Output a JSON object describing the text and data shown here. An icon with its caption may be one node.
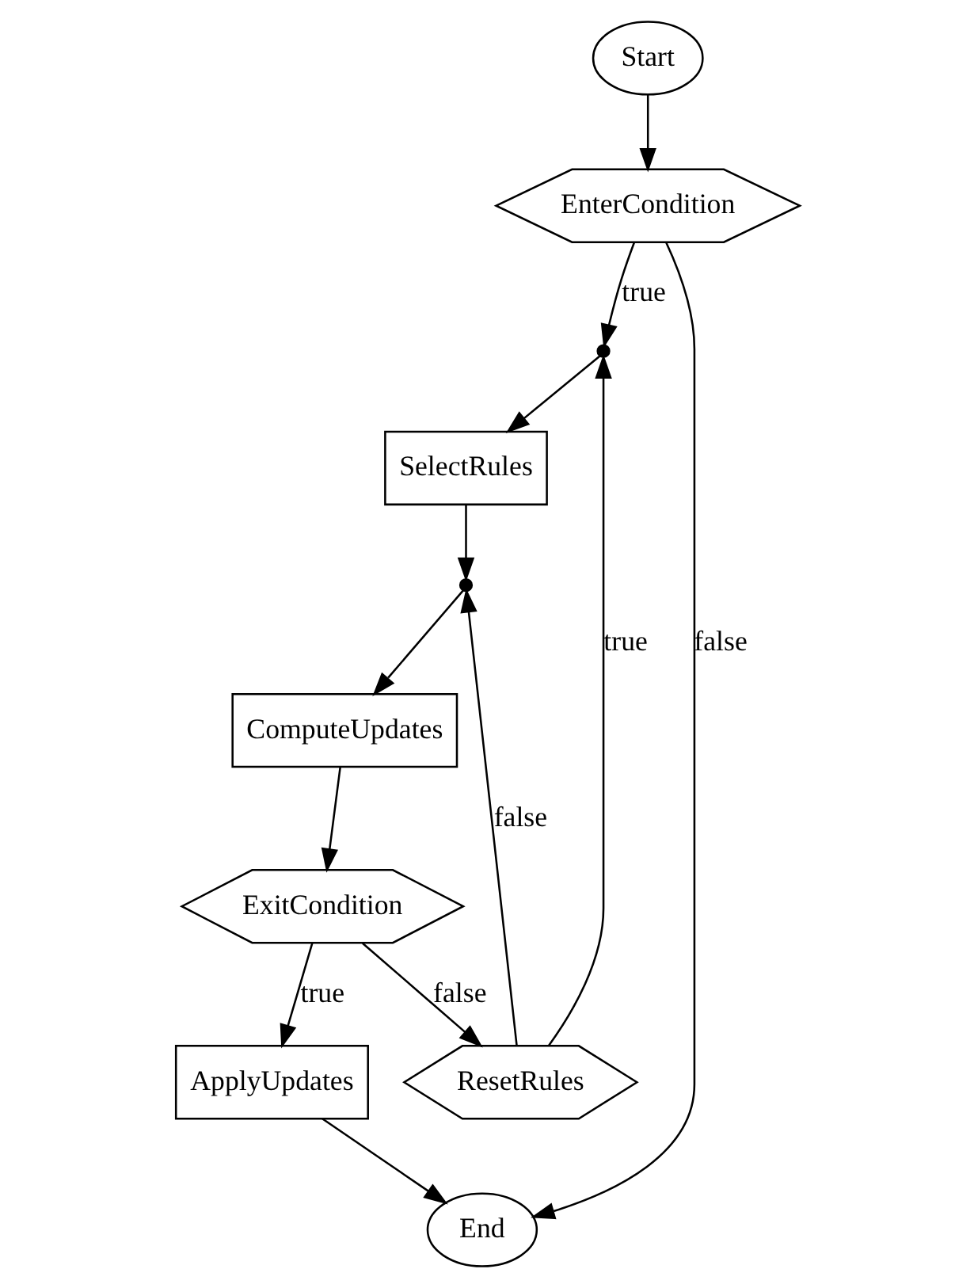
{
  "diagram": {
    "nodes": [
      {
        "text": [
          "Start"
        ]
      },
      {
        "text": [
          "EnterCondition"
        ]
      },
      {
        "text": [],
        "shape": "dot"
      },
      {
        "text": [
          "SelectRules"
        ]
      },
      {
        "text": [],
        "shape": "dot"
      },
      {
        "text": [
          "ResetRules"
        ]
      },
      {
        "text": [
          "ComputeUpdates"
        ]
      },
      {
        "text": [
          "ExitCondition"
        ]
      },
      {
        "text": [
          "ApplyUpdates"
        ]
      },
      {
        "text": [
          "End"
        ]
      }
    ],
    "edges": [
      {
        "from": 0,
        "to": 1,
        "arrow": "to"
      },
      {
        "from": 1,
        "to": 2,
        "arrow": "to",
        "label": "true"
      },
      {
        "from": 2,
        "to": 3,
        "arrow": "to"
      },
      {
        "from": 3,
        "to": 4,
        "arrow": "to"
      },
      {
        "from": 4,
        "to": 6,
        "arrow": "to"
      },
      {
        "from": 5,
        "to": 2,
        "arrow": "to",
        "label": "true"
      },
      {
        "from": 5,
        "to": 4,
        "arrow": "to",
        "label": "false"
      },
      {
        "from": 6,
        "to": 7,
        "arrow": "to"
      },
      {
        "from": 7,
        "to": 5,
        "arrow": "to",
        "label": "false"
      },
      {
        "from": 7,
        "to": 8,
        "arrow": "to",
        "label": "true"
      },
      {
        "from": 1,
        "to": 9,
        "arrow": "to",
        "label": "false"
      },
      {
        "from": 8,
        "to": 9,
        "arrow": "to"
      }
    ]
  }
}
